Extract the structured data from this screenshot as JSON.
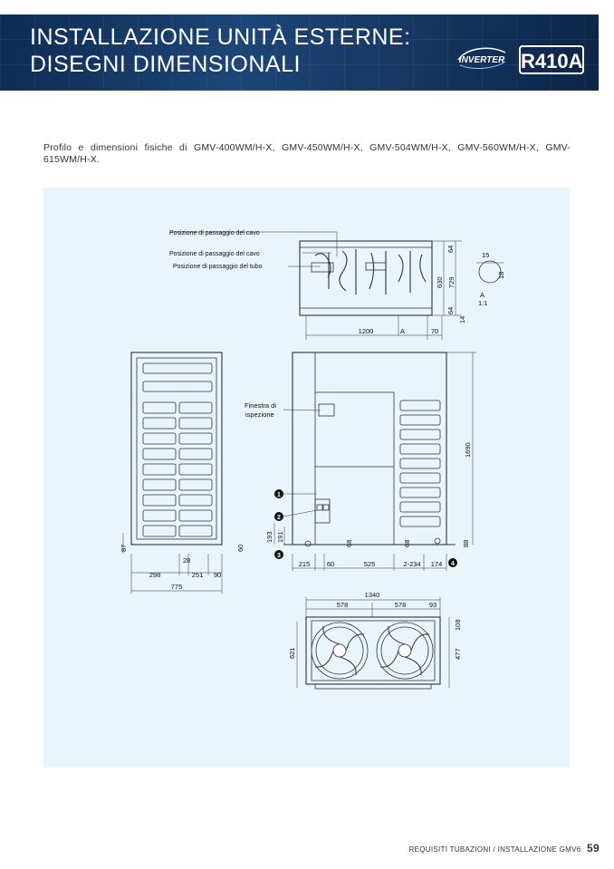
{
  "header": {
    "title_line1": "INSTALLAZIONE UNITÀ ESTERNE:",
    "title_line2": "DISEGNI DIMENSIONALI",
    "inverter_logo": "INVERTER",
    "refrigerant_logo": "R410A"
  },
  "description": "Profilo e dimensioni fisiche di GMV-400WM/H-X, GMV-450WM/H-X, GMV-504WM/H-X, GMV-560WM/H-X, GMV-615WM/H-X.",
  "drawing": {
    "labels": {
      "cable_pos_1": "Posizione di passaggio del cavo",
      "cable_pos_2": "Posizione di passaggio del cavo",
      "pipe_pos": "Posizione di passaggio del tubo",
      "inspection_1": "Finestra di",
      "inspection_2": "ispezione",
      "detail_a": "A",
      "detail_scale": "1:1",
      "marker_a": "A"
    },
    "callouts": [
      "1",
      "2",
      "3",
      "4"
    ],
    "top_view_dims": {
      "d1200": "1200",
      "d70": "70",
      "d64a": "64",
      "d630": "630",
      "d729": "729",
      "d64b": "64",
      "d14": "14",
      "d15": "15",
      "d18": "18"
    },
    "side_view_dims": {
      "d87": "87",
      "d60": "60",
      "d28": "28",
      "d298": "298",
      "d251": "251",
      "d90": "90",
      "d775": "775"
    },
    "front_view_dims": {
      "d1690": "1690",
      "d193": "193",
      "d191": "191",
      "d68a": "68",
      "d68b": "68",
      "d88": "88",
      "d215": "215",
      "d60": "60",
      "d525": "525",
      "d2234": "2-234",
      "d174": "174"
    },
    "bottom_view_dims": {
      "d1340": "1340",
      "d578a": "578",
      "d578b": "578",
      "d93": "93",
      "d108": "108",
      "d621": "621",
      "d477": "477"
    }
  },
  "footer": {
    "section": "REQUISITI TUBAZIONI / INSTALLAZIONE GMV6",
    "page_number": "59"
  }
}
